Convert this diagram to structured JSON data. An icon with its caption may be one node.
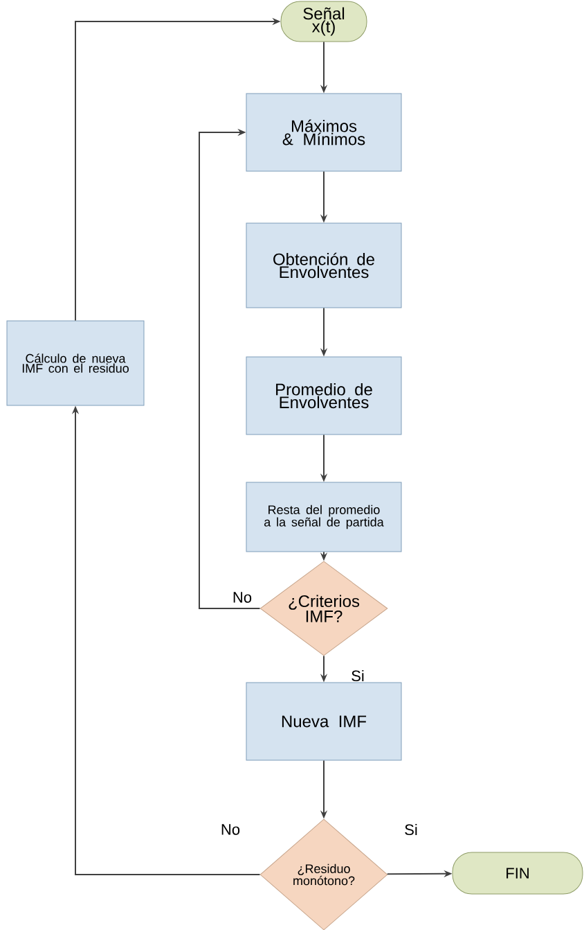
{
  "diagram": {
    "nodes": [
      {
        "text": [
          "Señal x(t)"
        ]
      },
      {
        "text": [
          "Máximos & Mínimos"
        ]
      },
      {
        "text": [
          "Obtención de Envolventes"
        ]
      },
      {
        "text": [
          "Promedio de Envolventes"
        ]
      },
      {
        "text": [
          "Resta del promedio a la señal de partida"
        ]
      },
      {
        "text": [
          "¿Criterios IMF?"
        ]
      },
      {
        "text": [
          "Nueva IMF"
        ]
      },
      {
        "text": [
          "¿Residuo monótono?"
        ]
      },
      {
        "text": [
          "FIN"
        ]
      },
      {
        "text": [
          "Cálculo de nueva IMF con el residuo"
        ]
      }
    ],
    "edges": [
      {
        "from": 0,
        "to": 1,
        "arrow": "to"
      },
      {
        "from": 1,
        "to": 2,
        "arrow": "to"
      },
      {
        "from": 2,
        "to": 3,
        "arrow": "to"
      },
      {
        "from": 3,
        "to": 4,
        "arrow": "to"
      },
      {
        "from": 4,
        "to": 5,
        "arrow": "to"
      },
      {
        "from": 5,
        "to": 1,
        "arrow": "to",
        "label": "No"
      },
      {
        "from": 5,
        "to": 6,
        "arrow": "to",
        "label": "Si"
      },
      {
        "from": 6,
        "to": 7,
        "arrow": "to"
      },
      {
        "from": 7,
        "to": 8,
        "arrow": "to",
        "label": "Si"
      },
      {
        "from": 7,
        "to": 9,
        "arrow": "to",
        "label": "No"
      },
      {
        "from": 9,
        "to": 0,
        "arrow": "to"
      }
    ]
  }
}
